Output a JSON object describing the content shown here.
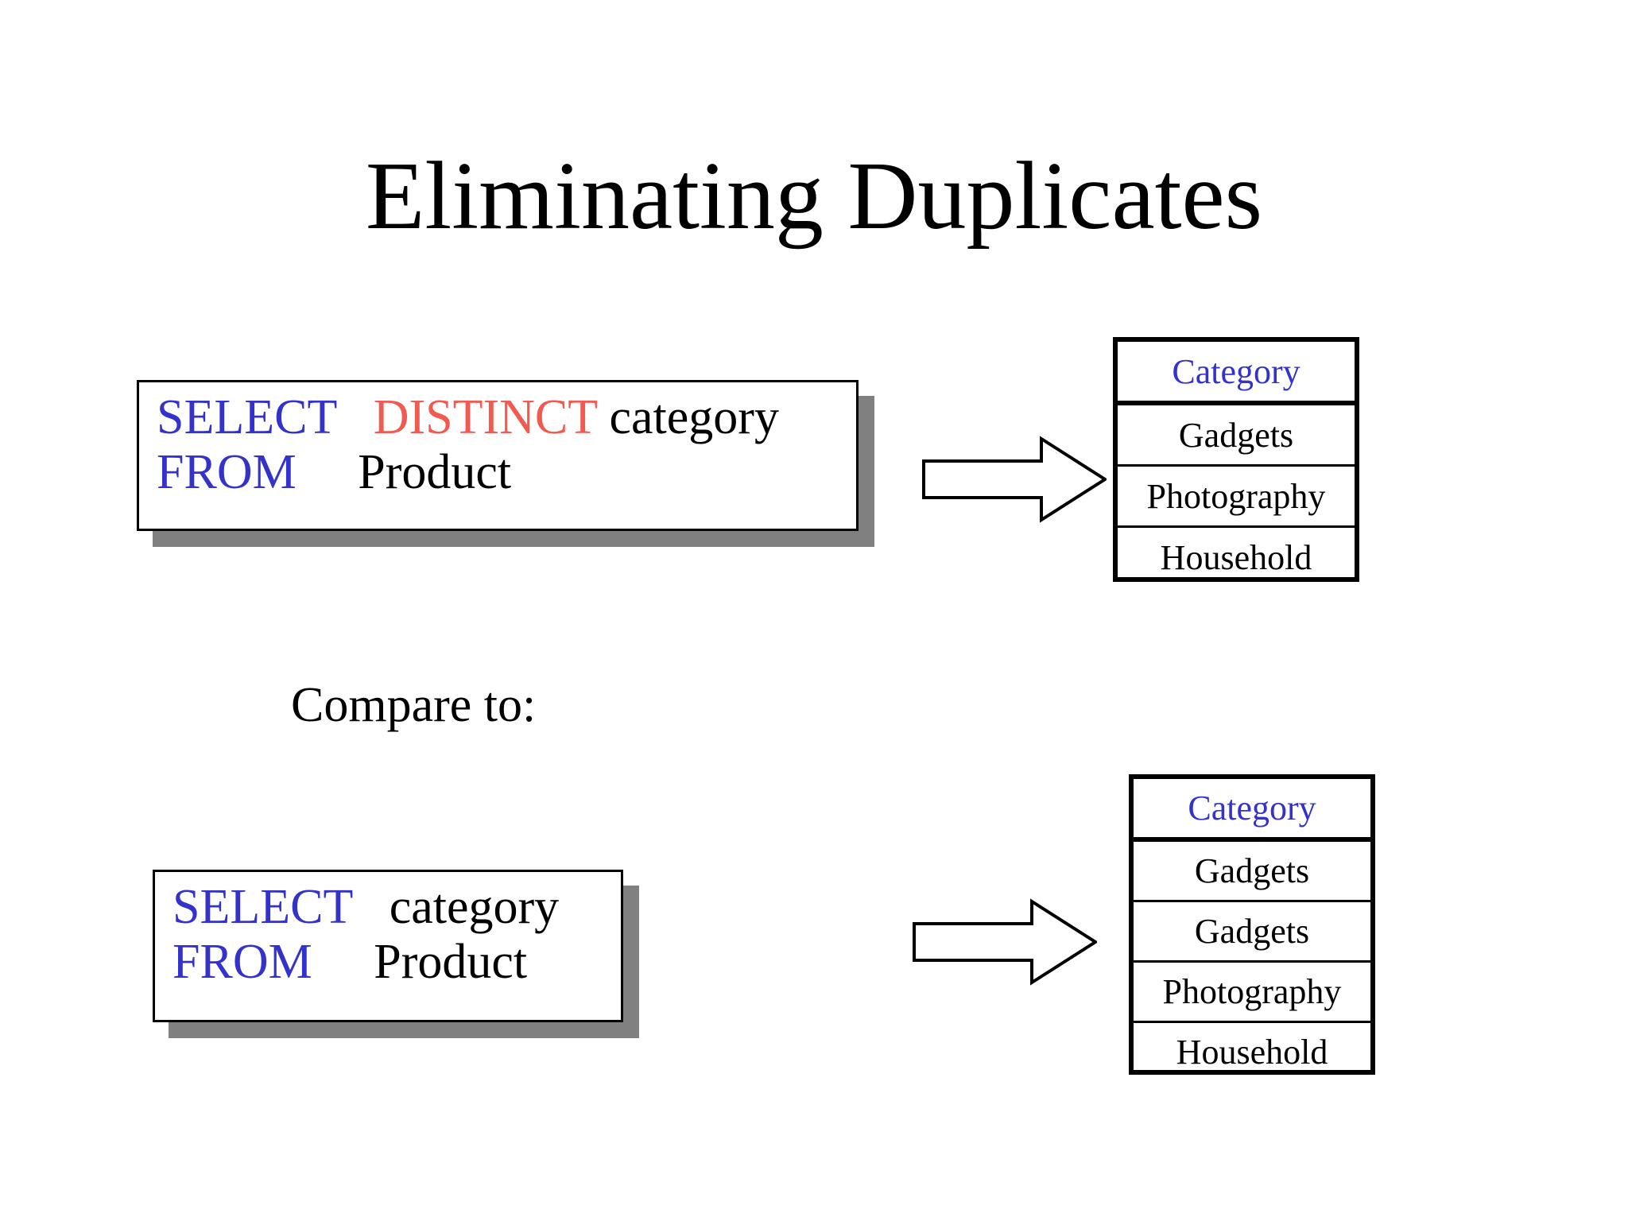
{
  "slide": {
    "title": "Eliminating Duplicates",
    "compare_label": "Compare to:",
    "colors": {
      "keyword_blue": "#3333CC",
      "distinct_red": "#F05A50",
      "text_black": "#000000",
      "shadow_gray": "#808080",
      "background": "#FFFFFF"
    }
  },
  "query_distinct": {
    "line1": {
      "keyword": "SELECT",
      "gap1": "   ",
      "modifier": "DISTINCT",
      "gap2": " ",
      "column": "category"
    },
    "line2": {
      "keyword": "FROM",
      "gap1": "     ",
      "table": "Product"
    }
  },
  "query_plain": {
    "line1": {
      "keyword": "SELECT",
      "gap1": "   ",
      "column": "category"
    },
    "line2": {
      "keyword": "FROM",
      "gap1": "     ",
      "table": "Product"
    }
  },
  "result_distinct": {
    "header": "Category",
    "rows": [
      "Gadgets",
      "Photography",
      "Household"
    ]
  },
  "result_plain": {
    "header": "Category",
    "rows": [
      "Gadgets",
      "Gadgets",
      "Photography",
      "Household"
    ]
  },
  "arrows": {
    "arrow_distinct_label": "arrow-right",
    "arrow_plain_label": "arrow-right"
  }
}
